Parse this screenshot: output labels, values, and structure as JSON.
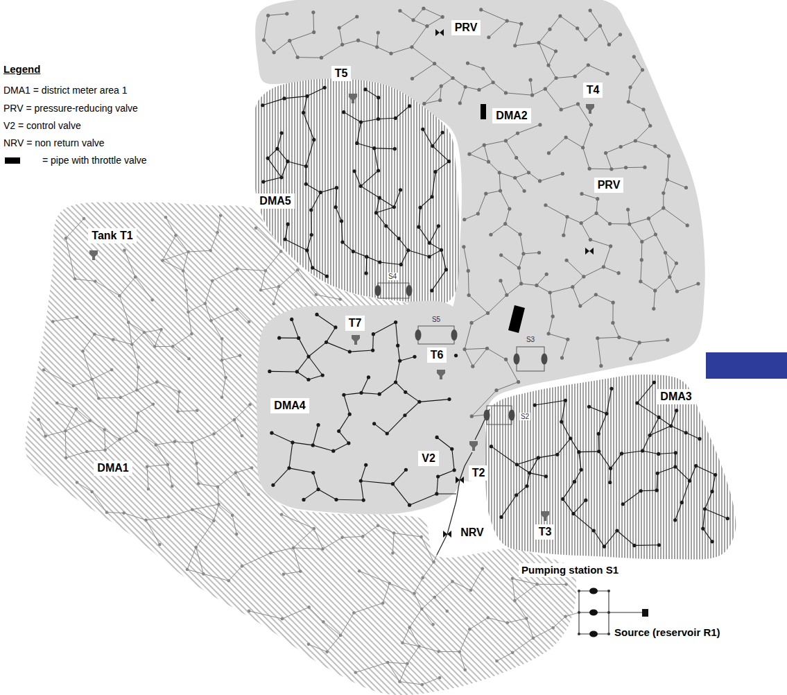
{
  "diagram": {
    "nodes": [
      {
        "text": [
          "DMA2"
        ]
      },
      {
        "text": [
          "DMA5"
        ]
      },
      {
        "text": [
          "DMA4"
        ]
      },
      {
        "text": [
          "DMA3"
        ]
      },
      {
        "text": [
          "DMA1"
        ]
      }
    ],
    "labels": [
      "PRV",
      "Legend",
      "T5",
      "T4",
      "PRV",
      "Tank T1",
      "S4",
      "T7",
      "S5",
      "T6",
      "S3",
      "S2",
      "V2",
      "T2",
      "NRV",
      "T3",
      "Pumping station S1",
      "Source (reservoir R1)"
    ],
    "legend": [
      {
        "text": "DMA1 = district meter area 1"
      },
      {
        "text": "PRV = pressure-reducing valve"
      },
      {
        "text": "V2 = control valve"
      },
      {
        "text": "NRV = non return valve"
      },
      {
        "text": "= pipe with throttle valve",
        "color": "#000000"
      }
    ]
  }
}
